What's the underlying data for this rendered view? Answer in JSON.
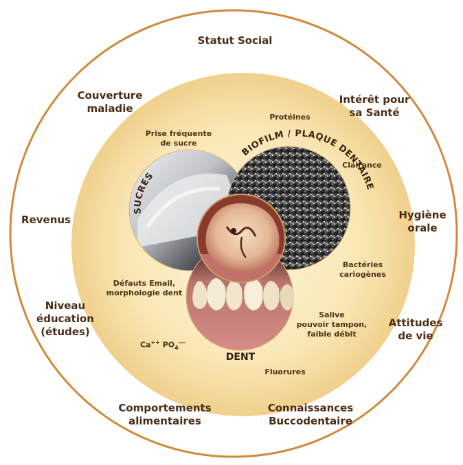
{
  "colors": {
    "outer_ring": "#cf8a3c",
    "inner_disk_edge": "#f0d28f",
    "inner_disk_center": "#fdf4d7",
    "text_dark": "#4a2c14"
  },
  "outer_factors": {
    "statut_social": "Statut Social",
    "couverture_maladie": "Couverture\nmaladie",
    "interet_sante": "Intérêt pour\nsa Santé",
    "revenus": "Revenus",
    "hygiene_orale": "Hygiène\norale",
    "niveau_education": "Niveau\néducation\n(études)",
    "attitudes_vie": "Attitudes\nde vie",
    "comportements_alimentaires": "Comportements\nalimentaires",
    "connaissances_buccodentaire": "Connaissances\nBuccodentaire"
  },
  "circles": {
    "sucres": "SUCRES",
    "biofilm": "BIOFILM / PLAQUE DENTAIRE",
    "dent": "DENT"
  },
  "inner_factors": {
    "proteines": "Protéines",
    "prise_sucre": "Prise fréquente\nde sucre",
    "clairance": "Clairance",
    "bacteries": "Bactéries\ncariogènes",
    "defauts_email": "Défauts Email,\nmorphologie dent",
    "salive": "Salive\npouvoir tampon,\nfaible débit",
    "fluorures": "Fluorures",
    "ca": "Ca",
    "ca_charge": "++",
    "po": "PO",
    "po_sub": "4",
    "po_charge": "---"
  },
  "icons": {
    "sucres_photo": "sugar-pile-photo",
    "biofilm_photo": "biofilm-micrograph-photo",
    "dent_photo": "teeth-photo",
    "center_photo": "molar-caries-photo"
  }
}
